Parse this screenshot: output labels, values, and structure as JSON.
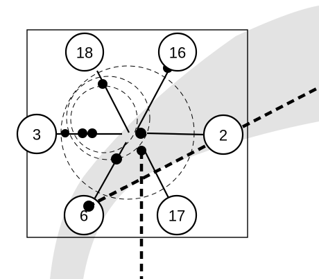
{
  "nodes": [
    {
      "id": "18",
      "label": "18"
    },
    {
      "id": "16",
      "label": "16"
    },
    {
      "id": "3",
      "label": "3"
    },
    {
      "id": "2",
      "label": "2"
    },
    {
      "id": "6",
      "label": "6"
    },
    {
      "id": "17",
      "label": "17"
    }
  ],
  "colors": {
    "background": "#ffffff",
    "band": "#e3e3e3",
    "ink": "#000000"
  }
}
